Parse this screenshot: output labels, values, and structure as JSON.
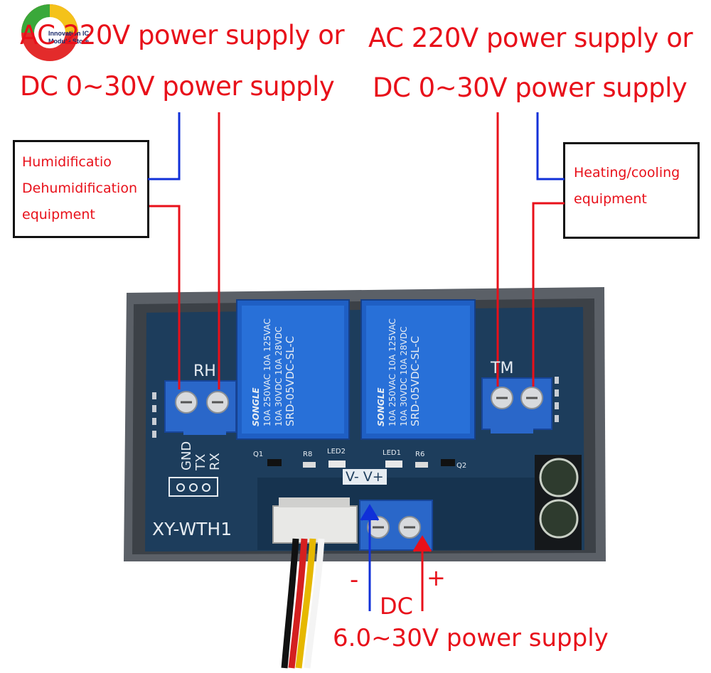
{
  "logo": {
    "line1": "Innovation IC",
    "line2": "Module Store"
  },
  "left_supply": {
    "line1": "AC 220V power supply or",
    "line2": "DC 0~30V power supply"
  },
  "right_supply": {
    "line1": "AC 220V power supply or",
    "line2": "DC 0~30V power supply"
  },
  "left_equipment": {
    "line1": "Humidificatio",
    "line2": "Dehumidification",
    "line3": "equipment"
  },
  "right_equipment": {
    "line1": "Heating/cooling",
    "line2": "equipment"
  },
  "board": {
    "model": "XY-WTH1",
    "terminal_left": "RH",
    "terminal_right": "TM",
    "pins": [
      "GND",
      "TX",
      "RX"
    ],
    "power_pins": "V- V+",
    "components": [
      "Q1",
      "R8",
      "LED2",
      "LED1",
      "R6",
      "Q2"
    ],
    "relay_text": [
      "SONGLE",
      "SRD-05VDC-SL-C",
      "10A 250VAC 10A 125VAC",
      "10A 30VDC 10A 28VDC"
    ]
  },
  "dc_input": {
    "minus": "-",
    "plus": "+",
    "label": "DC",
    "range": "6.0~30V power supply"
  },
  "colors": {
    "label_red": "#e8101a",
    "wire_blue": "#1030d8",
    "wire_red": "#e8101a",
    "pcb": "#1d3d5c",
    "case": "#5a5f66",
    "terminal": "#2a67c9",
    "relay": "#1f5fc4"
  }
}
